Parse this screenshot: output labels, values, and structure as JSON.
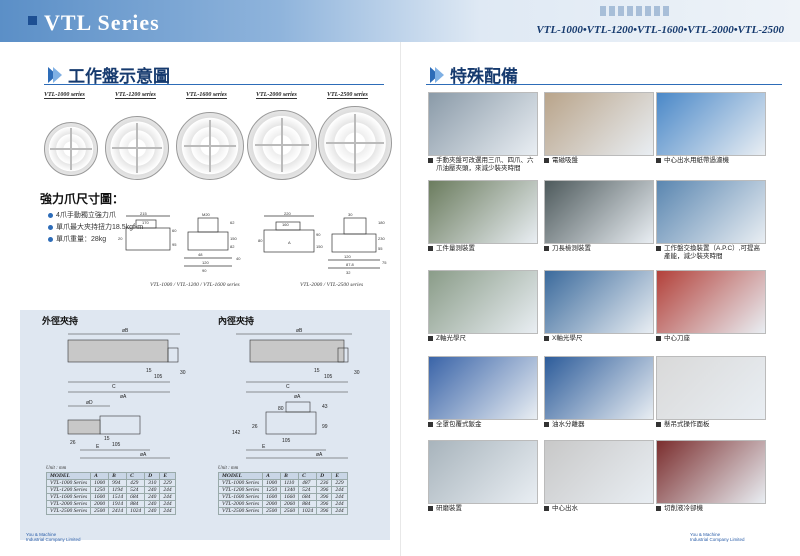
{
  "header": {
    "title": "VTL Series",
    "models": "VTL-1000•VTL-1200•VTL-1600•VTL-2000•VTL-2500"
  },
  "left": {
    "section_title": "工作盤示意圖",
    "chuck_labels": [
      "VTL-1000 series",
      "VTL-1200 series",
      "VTL-1600 series",
      "VTL-2000 series",
      "VTL-2500 series"
    ],
    "jaw_title": "強力爪尺寸圖：",
    "jaw_bullets": [
      "4爪手動獨立強力爪",
      "單爪最大夾持扭力18.5kgf-m",
      "單爪重量：28kg"
    ],
    "dims_a": [
      "215",
      "170",
      "20",
      "60",
      "95",
      "M20",
      "62",
      "150",
      "82",
      "48",
      "120",
      "90",
      "40"
    ],
    "dims_b": [
      "220",
      "160",
      "80",
      "90",
      "150",
      "30",
      "180",
      "230",
      "55",
      "120",
      "87.8",
      "32",
      "75",
      "A"
    ],
    "caption_a": "VTL-1000 / VTL-1200 / VTL-1600 series",
    "caption_b": "VTL-2000 / VTL-2500 series"
  },
  "lower": {
    "outer_title": "外徑夾持",
    "inner_title": "內徑夾持",
    "outer_dims": [
      "øB",
      "15",
      "105",
      "30",
      "C",
      "øA",
      "øD",
      "26",
      "15",
      "105",
      "E",
      "øA"
    ],
    "inner_dims": [
      "øB",
      "15",
      "105",
      "30",
      "C",
      "øA",
      "80",
      "43",
      "26",
      "105",
      "99",
      "142",
      "E",
      "øA"
    ],
    "unit": "Unit : mm",
    "table_header": [
      "MODEL",
      "A",
      "B",
      "C",
      "D",
      "E"
    ],
    "outer_rows": [
      [
        "VTL-1000 Series",
        "1000",
        "994",
        "429",
        "310",
        "229"
      ],
      [
        "VTL-1200 Series",
        "1250",
        "1194",
        "524",
        "240",
        "244"
      ],
      [
        "VTL-1600 Series",
        "1600",
        "1514",
        "684",
        "240",
        "244"
      ],
      [
        "VTL-2000 Series",
        "2000",
        "1914",
        "884",
        "240",
        "244"
      ],
      [
        "VTL-2500 Series",
        "2500",
        "2414",
        "1024",
        "240",
        "244"
      ]
    ],
    "inner_rows": [
      [
        "VTL-1000 Series",
        "1000",
        "1110",
        "487",
        "236",
        "229"
      ],
      [
        "VTL-1200 Series",
        "1250",
        "1340",
        "524",
        "396",
        "244"
      ],
      [
        "VTL-1600 Series",
        "1600",
        "1660",
        "684",
        "396",
        "244"
      ],
      [
        "VTL-2000 Series",
        "2000",
        "2060",
        "884",
        "396",
        "244"
      ],
      [
        "VTL-2500 Series",
        "2500",
        "2560",
        "1024",
        "396",
        "244"
      ]
    ],
    "logo": "You & Machine\nIndustrial Company Limited"
  },
  "right": {
    "section_title": "特殊配備",
    "items": [
      {
        "caption": "手動夾盤可改選用三爪、四爪、六爪油壓夾頭，來減少裝夾時間",
        "color": "#8a9aa8"
      },
      {
        "caption": "電磁吸盤",
        "color": "#b9a48a"
      },
      {
        "caption": "中心出水用紙帶過濾機",
        "color": "#4a88c8"
      },
      {
        "caption": "工件量測裝置",
        "color": "#6b7c5e"
      },
      {
        "caption": "刀長檢測裝置",
        "color": "#4e5a5c"
      },
      {
        "caption": "工作盤交換裝置（A.P.C）,可提高產能，減少裝夾時間",
        "color": "#5a86b0"
      },
      {
        "caption": "Z軸光學尺",
        "color": "#8a9c88"
      },
      {
        "caption": "X軸光學尺",
        "color": "#3b6a9c"
      },
      {
        "caption": "中心刀座",
        "color": "#b3413a"
      },
      {
        "caption": "全罩包覆式鈑金",
        "color": "#3a64a8"
      },
      {
        "caption": "油水分離器",
        "color": "#2d5c9a"
      },
      {
        "caption": "懸吊式操作面板",
        "color": "#d9d9d9"
      },
      {
        "caption": "研磨裝置",
        "color": "#a8b4bc"
      },
      {
        "caption": "中心出水",
        "color": "#c8c8c8"
      },
      {
        "caption": "切削液冷卻機",
        "color": "#7b2e2e"
      }
    ],
    "logo": "You & Machine\nIndustrial Company Limited"
  }
}
